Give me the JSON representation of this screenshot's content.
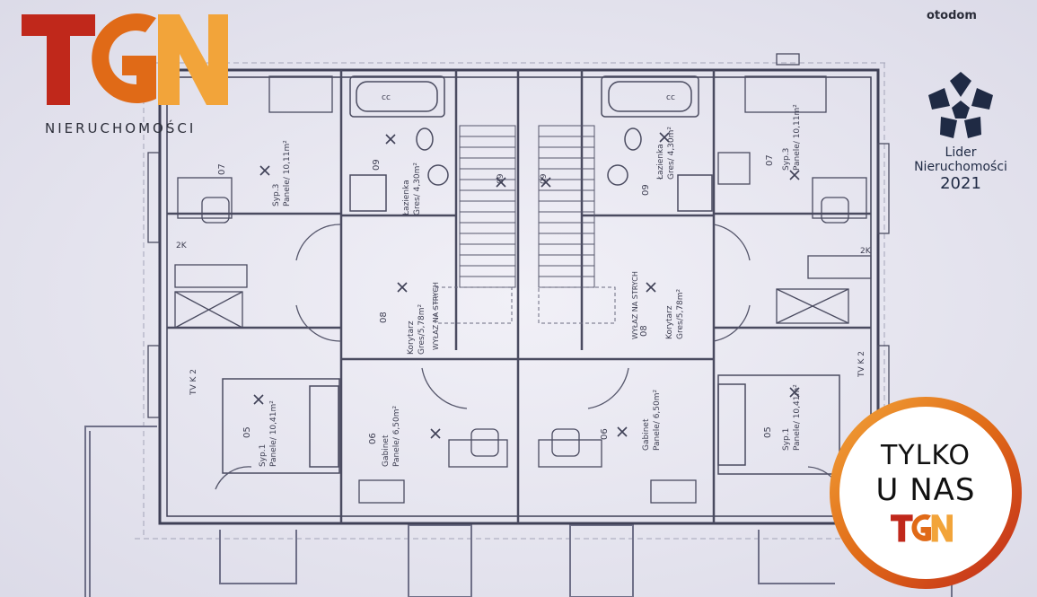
{
  "brand": {
    "logo_letters": "TGN",
    "wordmark": "NIERUCHOMOŚCI",
    "colors": {
      "orange": "#e06a17",
      "red": "#c0281b",
      "yellow": "#f2a43a"
    }
  },
  "portal": {
    "name": "otodom"
  },
  "award": {
    "line1": "Lider",
    "line2": "Nieruchomości",
    "year": "2021",
    "icon": "pentagon-star-icon",
    "color": "#1f2a44"
  },
  "badge": {
    "line1": "TYLKO",
    "line2": "U NAS",
    "logo_letters": "TGN"
  },
  "floorplan": {
    "left": {
      "bedroom3": {
        "number": "07",
        "name": "Syp.3",
        "detail": "Panele/ 10,11m²"
      },
      "bathroom": {
        "number": "09",
        "name": "Łazienka",
        "detail": "Gres/ 4,30m²"
      },
      "corridor": {
        "number": "08",
        "name": "Korytarz",
        "detail": "Gres/5,78m²"
      },
      "attic": "WYŁAZ NA STRYCH",
      "office": {
        "number": "06",
        "name": "Gabinet",
        "detail": "Panele/ 6,50m²"
      },
      "bedroom1": {
        "number": "05",
        "name": "Syp.1",
        "detail": "Panele/ 10,41m²"
      },
      "tv": "TV K 2",
      "stair_number": "09"
    },
    "right": {
      "bedroom3": {
        "number": "07",
        "name": "Syp.3",
        "detail": "Panele/ 10,11m²"
      },
      "bathroom": {
        "number": "09",
        "name": "Łazienka",
        "detail": "Gres/ 4,30m²"
      },
      "corridor": {
        "number": "08",
        "name": "Korytarz",
        "detail": "Gres/5,78m²"
      },
      "attic": "WYŁAZ NA STRYCH",
      "office": {
        "number": "06",
        "name": "Gabinet",
        "detail": "Panele/ 6,50m²"
      },
      "bedroom1": {
        "number": "05",
        "name": "Syp.1",
        "detail": "Panele/ 10,41m²"
      },
      "tv": "TV K 2",
      "stair_number": "09"
    },
    "fixture_labels": {
      "bathtub": "cc",
      "socket_k": "2K"
    }
  }
}
